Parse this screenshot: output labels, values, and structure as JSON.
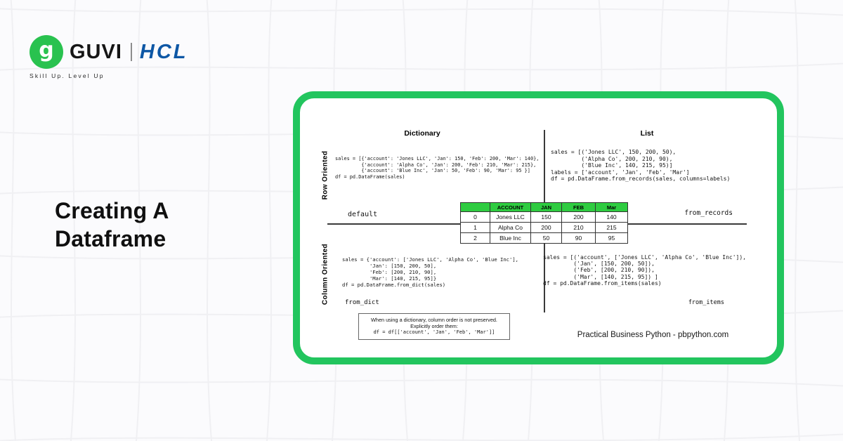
{
  "brand": {
    "icon_letter": "g",
    "guvi": "GUVI",
    "hcl": "HCL",
    "tagline": "Skill Up. Level Up",
    "guvi_green": "#29c24f",
    "hcl_blue": "#0d57a5"
  },
  "title": {
    "line1": "Creating A",
    "line2": "Dataframe"
  },
  "card": {
    "border_color": "#22c55e"
  },
  "diagram": {
    "column_headers": {
      "left": "Dictionary",
      "right": "List"
    },
    "row_headers": {
      "top": "Row Oriented",
      "bottom": "Column Oriented"
    },
    "quadrants": {
      "row_dictionary": {
        "code": "sales = [{'account': 'Jones LLC', 'Jan': 150, 'Feb': 200, 'Mar': 140},\n         {'account': 'Alpha Co', 'Jan': 200, 'Feb': 210, 'Mar': 215},\n         {'account': 'Blue Inc', 'Jan': 50, 'Feb': 90, 'Mar': 95 }]\ndf = pd.DataFrame(sales)",
        "label": "default"
      },
      "row_list": {
        "code": "sales = [('Jones LLC', 150, 200, 50),\n         ('Alpha Co', 200, 210, 90),\n         ('Blue Inc', 140, 215, 95)]\nlabels = ['account', 'Jan', 'Feb', 'Mar']\ndf = pd.DataFrame.from_records(sales, columns=labels)",
        "label": "from_records"
      },
      "column_dictionary": {
        "code": "sales = {'account': ['Jones LLC', 'Alpha Co', 'Blue Inc'],\n         'Jan': [150, 200, 50],\n         'Feb': [200, 210, 90],\n         'Mar': [140, 215, 95]}\ndf = pd.DataFrame.from_dict(sales)",
        "label": "from_dict"
      },
      "column_list": {
        "code": "sales = [('account', ['Jones LLC', 'Alpha Co', 'Blue Inc']),\n         ('Jan', [150, 200, 50]),\n         ('Feb', [200, 210, 90]),\n         ('Mar', [140, 215, 95]) ]\ndf = pd.DataFrame.from_items(sales)",
        "label": "from_items"
      }
    },
    "table": {
      "header_bg": "#2ecc40",
      "headers": [
        "",
        "ACCOUNT",
        "JAN",
        "FEB",
        "Mar"
      ],
      "rows": [
        [
          "0",
          "Jones LLC",
          "150",
          "200",
          "140"
        ],
        [
          "1",
          "Alpha Co",
          "200",
          "210",
          "215"
        ],
        [
          "2",
          "Blue Inc",
          "50",
          "90",
          "95"
        ]
      ]
    },
    "note": {
      "line1": "When using a dictionary, column order is not preserved.",
      "line2": "Explicitly order them:",
      "code": "df = df[['account', 'Jan', 'Feb', 'Mar']]"
    },
    "attribution": "Practical Business Python - pbpython.com"
  }
}
